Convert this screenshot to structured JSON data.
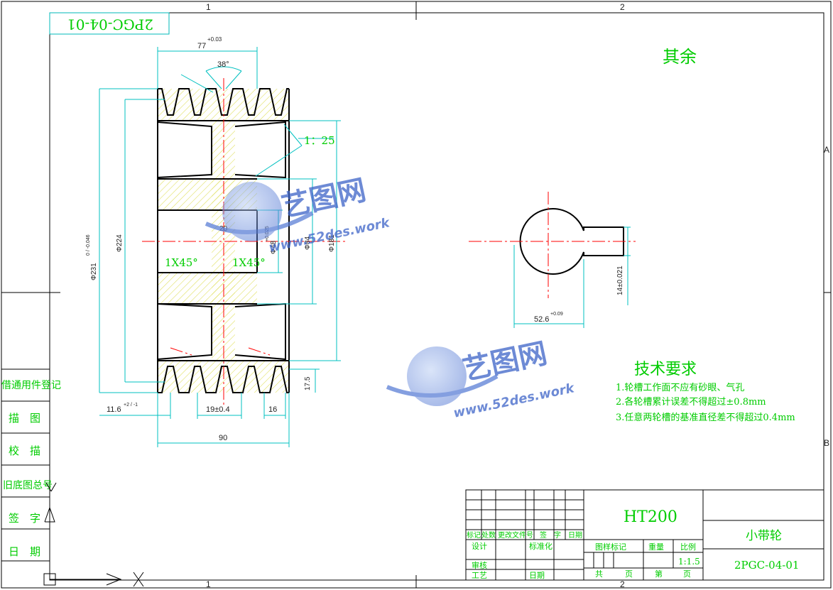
{
  "frame": {
    "zone_numbers": [
      "1",
      "2"
    ],
    "zone_letters": [
      "A",
      "B"
    ]
  },
  "drawing_number_rotated": "2PGC-04-01",
  "roughness_note": "其余",
  "dimensions": {
    "groove_width": "77",
    "groove_width_tol": "+0.03",
    "groove_angle": "38°",
    "taper": "1：25",
    "outer_dia": "Φ231",
    "outer_dia_tol": "0 / -0.046",
    "pitch_dia": "Φ224",
    "hub_dia": "Φ181",
    "bore_dia": "Φ48",
    "bore_tol": "+0.025",
    "mid_dia": "Φ84",
    "web": "20",
    "chamfer_left": "1X45°",
    "chamfer_right": "1X45°",
    "groove_depth": "17.5",
    "edge_offset": "11.6",
    "edge_offset_tol": "+2 / -1",
    "groove_pitch": "19±0.4",
    "groove_edge": "16",
    "total_width": "90",
    "key_depth": "52.6",
    "key_depth_tol": "+0.09",
    "key_width": "14±0.021"
  },
  "tech_requirements": {
    "title": "技术要求",
    "items": [
      "1.轮槽工作面不应有砂眼、气孔",
      "2.各轮槽累计误差不得超过±0.8mm",
      "3.任意两轮槽的基准直径差不得超过0.4mm"
    ]
  },
  "side_panel": [
    "借通用件登记",
    "描　图",
    "校　描",
    "旧底图总号",
    "签　字",
    "日　期"
  ],
  "title_block": {
    "material": "HT200",
    "part_name": "小带轮",
    "drawing_number": "2PGC-04-01",
    "scale": "1:1.5",
    "header_row": [
      "标记",
      "处数",
      "更改文件号",
      "签　字",
      "日期"
    ],
    "roles": [
      "设计",
      "标准化",
      "审核",
      "工艺",
      "日期"
    ],
    "stage_labels": [
      "图样标记",
      "重量",
      "比例"
    ],
    "sheet_labels": [
      "共",
      "页",
      "第",
      "页"
    ]
  },
  "watermarks": [
    {
      "brand": "艺图网",
      "url": "www.52des.work"
    },
    {
      "brand": "艺图网",
      "url": "www.52des.work"
    }
  ],
  "colors": {
    "outline": "#000000",
    "dimension": "#00c0c0",
    "center_line": "#ff0000",
    "hatch": "#e0e060",
    "text": "#00cc00"
  }
}
